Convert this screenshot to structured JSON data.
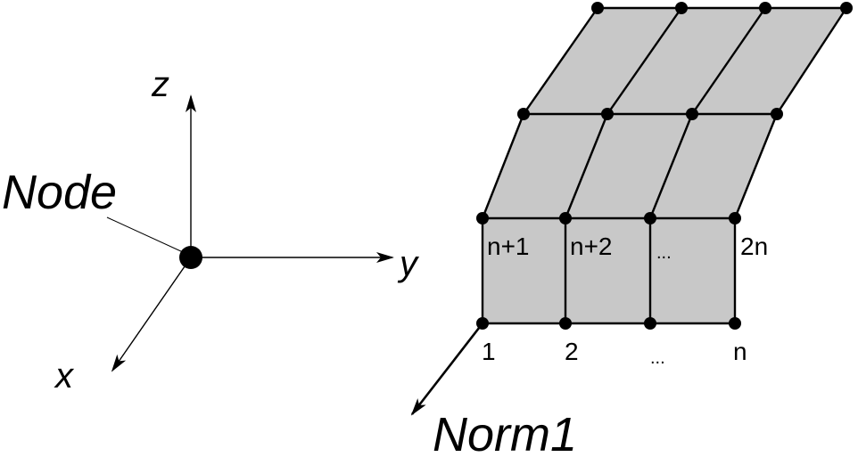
{
  "colors": {
    "panel_fill": "#c8c8c8",
    "ink": "#000000",
    "background": "#ffffff"
  },
  "coordinate_axes": {
    "z_label": "z",
    "y_label": "y",
    "x_label": "x",
    "node_label": "Node"
  },
  "mesh": {
    "row1_labels": [
      "1",
      "2",
      "...",
      "n"
    ],
    "row2_labels": [
      "n+1",
      "n+2",
      "...",
      "2n"
    ],
    "normal_label": "Norm1"
  }
}
